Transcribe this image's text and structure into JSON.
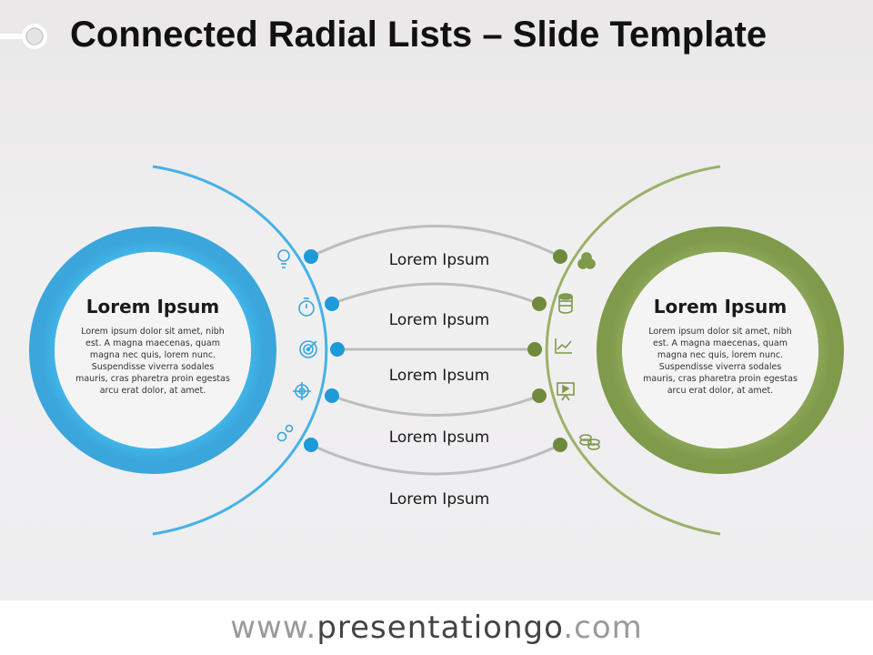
{
  "title": "Connected Radial Lists – Slide Template",
  "left_circle": {
    "heading": "Lorem Ipsum",
    "body": "Lorem ipsum dolor sit amet, nibh est. A magna maecenas, quam magna nec quis, lorem nunc. Suspendisse viverra sodales mauris, cras pharetra proin egestas arcu erat dolor, at amet.",
    "color": "#2fa8e0",
    "icons": [
      "lightbulb-icon",
      "stopwatch-icon",
      "target-icon",
      "crosshair-icon",
      "gears-icon"
    ]
  },
  "right_circle": {
    "heading": "Lorem Ipsum",
    "body": "Lorem ipsum dolor sit amet, nibh est. A magna maecenas, quam magna nec quis, lorem nunc. Suspendisse viverra sodales mauris, cras pharetra proin egestas arcu erat dolor, at amet.",
    "color": "#7e9a4a",
    "icons": [
      "venn-icon",
      "database-icon",
      "line-chart-icon",
      "presentation-icon",
      "coins-icon"
    ]
  },
  "connectors": [
    {
      "label": "Lorem Ipsum"
    },
    {
      "label": "Lorem Ipsum"
    },
    {
      "label": "Lorem Ipsum"
    },
    {
      "label": "Lorem Ipsum"
    },
    {
      "label": "Lorem Ipsum"
    }
  ],
  "connector_color": "#bdbdbd",
  "footer": {
    "prefix": "www.",
    "domain": "presentationgo",
    "suffix": ".com"
  }
}
